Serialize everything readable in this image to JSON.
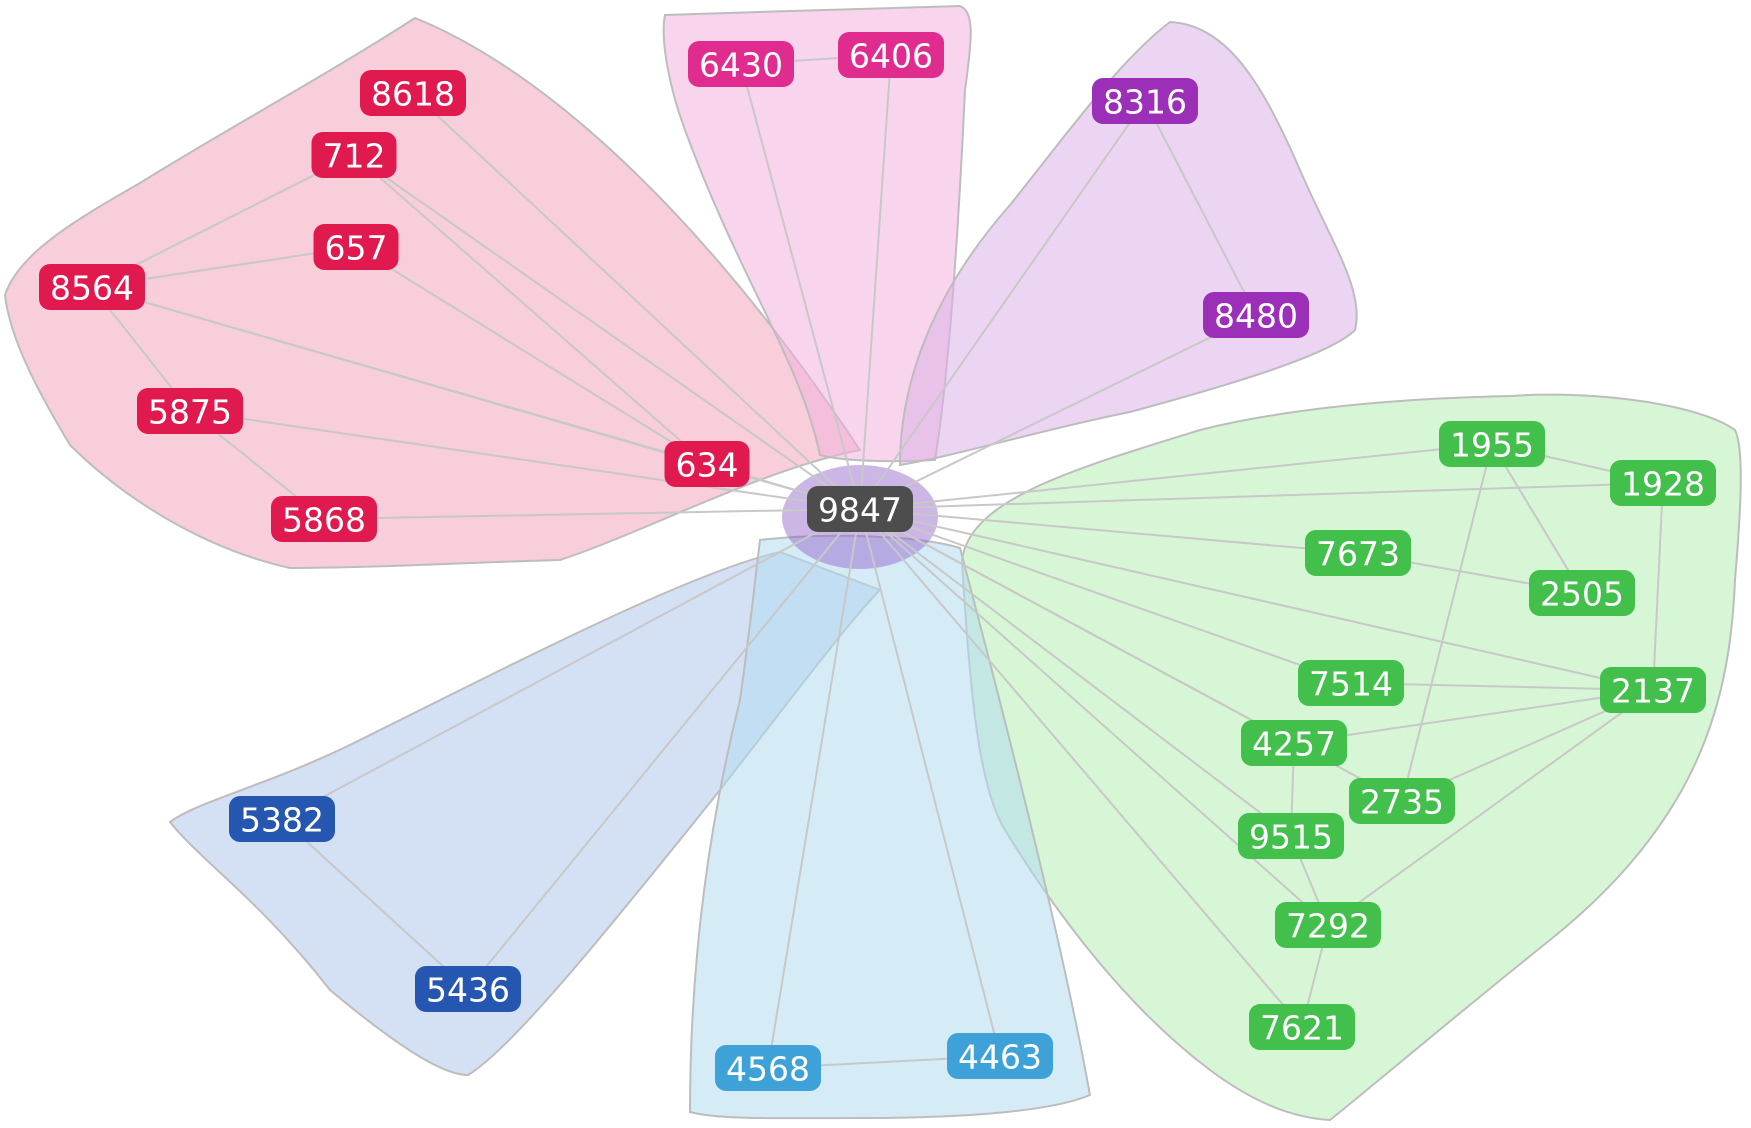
{
  "colors": {
    "center": "#4d4d4d",
    "edge": "#c8c8c8",
    "hull_stroke": "#bdbdbd",
    "red": "#e0194f",
    "pink": "#e02c8e",
    "purple": "#9b2fb8",
    "green": "#43bf4c",
    "blue": "#2557b0",
    "lightblue": "#3ea1d8"
  },
  "center_node": {
    "id": "9847",
    "color": "center"
  },
  "groups": [
    {
      "name": "red",
      "fill": "#f2a6bd",
      "nodes": [
        "8618",
        "712",
        "657",
        "8564",
        "5875",
        "634",
        "5868"
      ]
    },
    {
      "name": "pink",
      "fill": "#f3b3dc",
      "nodes": [
        "6430",
        "6406"
      ]
    },
    {
      "name": "purple",
      "fill": "#ddb3e8",
      "nodes": [
        "8316",
        "8480"
      ]
    },
    {
      "name": "green",
      "fill": "#b6eeb3",
      "nodes": [
        "1955",
        "1928",
        "7673",
        "2505",
        "7514",
        "2137",
        "4257",
        "2735",
        "9515",
        "7292",
        "7621"
      ]
    },
    {
      "name": "blue",
      "fill": "#b1c6ea",
      "nodes": [
        "5382",
        "5436"
      ]
    },
    {
      "name": "lightblue",
      "fill": "#b3dcf0",
      "nodes": [
        "4568",
        "4463"
      ]
    }
  ],
  "edges": [
    [
      "8564",
      "712"
    ],
    [
      "8564",
      "657"
    ],
    [
      "8564",
      "5875"
    ],
    [
      "8564",
      "634"
    ],
    [
      "8564",
      "9847"
    ],
    [
      "712",
      "634"
    ],
    [
      "712",
      "9847"
    ],
    [
      "657",
      "634"
    ],
    [
      "8618",
      "9847"
    ],
    [
      "5875",
      "5868"
    ],
    [
      "5875",
      "9847"
    ],
    [
      "5868",
      "9847"
    ],
    [
      "634",
      "9847"
    ],
    [
      "6430",
      "6406"
    ],
    [
      "6430",
      "9847"
    ],
    [
      "6406",
      "9847"
    ],
    [
      "8316",
      "8480"
    ],
    [
      "8316",
      "9847"
    ],
    [
      "8480",
      "9847"
    ],
    [
      "1955",
      "1928"
    ],
    [
      "1955",
      "2505"
    ],
    [
      "1955",
      "2735"
    ],
    [
      "1955",
      "9847"
    ],
    [
      "1928",
      "2137"
    ],
    [
      "1928",
      "9847"
    ],
    [
      "7673",
      "2505"
    ],
    [
      "7673",
      "9847"
    ],
    [
      "7514",
      "2137"
    ],
    [
      "7514",
      "9847"
    ],
    [
      "2137",
      "4257"
    ],
    [
      "2137",
      "2735"
    ],
    [
      "2137",
      "7292"
    ],
    [
      "2137",
      "9847"
    ],
    [
      "4257",
      "9515"
    ],
    [
      "4257",
      "9847"
    ],
    [
      "9515",
      "7292"
    ],
    [
      "9515",
      "9847"
    ],
    [
      "7292",
      "7621"
    ],
    [
      "7292",
      "9847"
    ],
    [
      "7621",
      "9847"
    ],
    [
      "2735",
      "9847"
    ],
    [
      "5382",
      "5436"
    ],
    [
      "5382",
      "9847"
    ],
    [
      "5436",
      "9847"
    ],
    [
      "4568",
      "4463"
    ],
    [
      "4568",
      "9847"
    ],
    [
      "4463",
      "9847"
    ]
  ]
}
